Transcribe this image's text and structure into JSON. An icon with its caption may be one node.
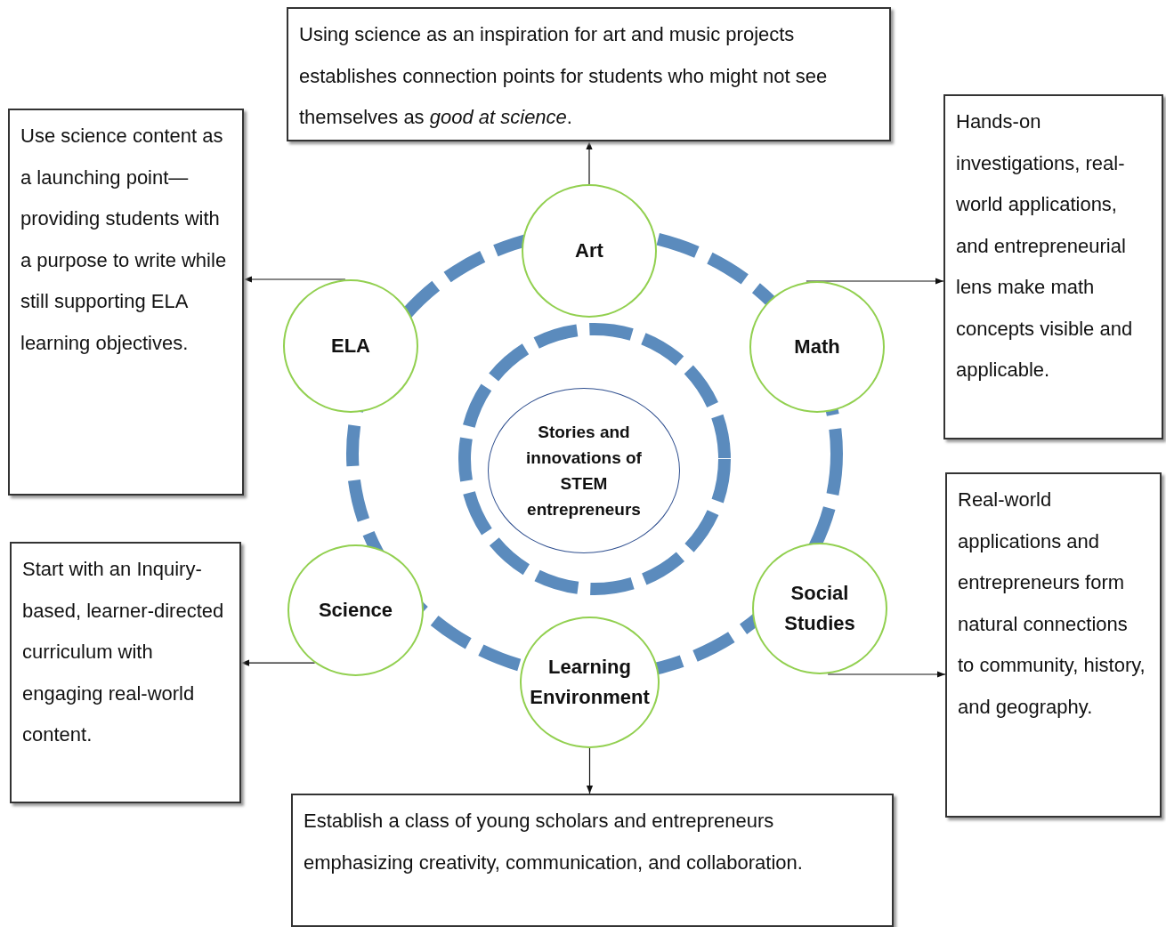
{
  "diagram": {
    "nodes": [
      {
        "text": [
          "Using science as an inspiration for art and music projects establishes connection points for students who might not see themselves as *good at science*."
        ]
      },
      {
        "text": [
          "Use science content as a launching point—providing students with a purpose to write while still supporting ELA learning objectives."
        ]
      },
      {
        "text": [
          "Hands-on investigations, real-world applications, and entrepreneurial lens make math concepts visible and applicable."
        ]
      },
      {
        "text": [
          "Art"
        ]
      },
      {
        "text": [
          "ELA"
        ]
      },
      {
        "text": [
          "Math"
        ]
      },
      {
        "text": [
          "Stories and innovations of STEM entrepreneurs"
        ]
      },
      {
        "text": [
          "Real-world applications and entrepreneurs form natural connections to community, history, and geography."
        ]
      },
      {
        "text": [
          "Start with an Inquiry-based, learner-directed curriculum with engaging real-world content."
        ]
      },
      {
        "text": [
          "Science"
        ]
      },
      {
        "text": [
          "Social Studies"
        ]
      },
      {
        "text": [
          "Learning Environment"
        ]
      },
      {
        "text": [
          "Establish a class of young scholars and entrepreneurs emphasizing creativity, communication, and collaboration."
        ]
      }
    ],
    "edges": [
      {
        "from": 3,
        "to": 0,
        "arrow": "to"
      },
      {
        "from": 4,
        "to": 1,
        "arrow": "to"
      },
      {
        "from": 5,
        "to": 2,
        "arrow": "to"
      },
      {
        "from": 9,
        "to": 8,
        "arrow": "to"
      },
      {
        "from": 10,
        "to": 7,
        "arrow": "to"
      },
      {
        "from": 11,
        "to": 12,
        "arrow": "to"
      }
    ]
  }
}
